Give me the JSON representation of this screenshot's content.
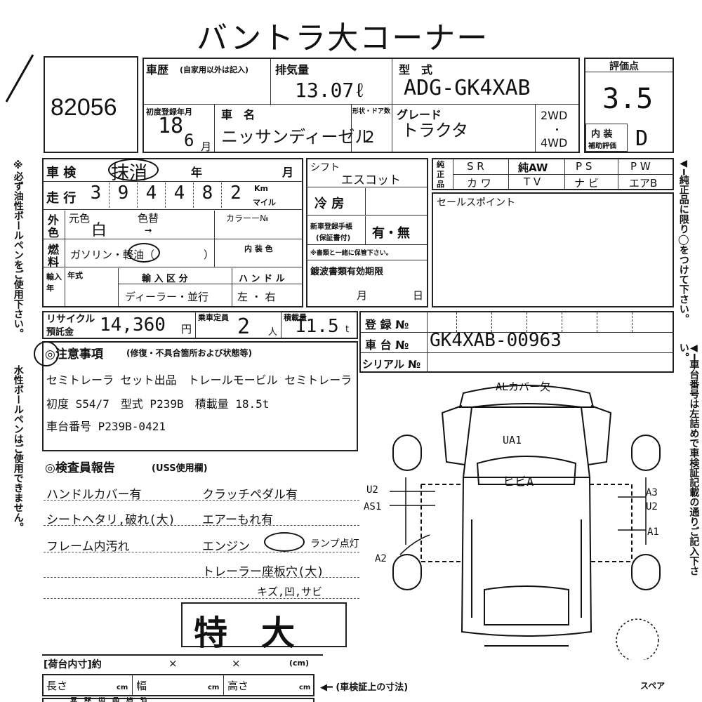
{
  "header": {
    "title": "バントラ大コーナー"
  },
  "lot": {
    "number": "82056"
  },
  "history": {
    "label": "車歴",
    "note": "(自家用以外は記入)"
  },
  "displacement": {
    "label": "排気量",
    "value": "13.07ℓ"
  },
  "model": {
    "label": "型　式",
    "value": "ADG-GK4XAB"
  },
  "score": {
    "label": "評価点",
    "value": "3.5",
    "interior_label": "内 装",
    "interior_sub": "補助評価",
    "interior_value": "D"
  },
  "first_reg": {
    "label": "初度登録年月",
    "year": "18",
    "month": "6",
    "month_unit": "月"
  },
  "car_name": {
    "label": "車　名",
    "value": "ニッサンディーゼル"
  },
  "doors": {
    "label": "形状・ドア数",
    "value": "2"
  },
  "grade": {
    "label": "グレード",
    "value": "トラクタ"
  },
  "drive": {
    "opt1": "2WD",
    "sep": "・",
    "opt2": "4WD"
  },
  "inspection": {
    "label": "車 検",
    "value": "抹消",
    "year": "年",
    "month": "月"
  },
  "mileage": {
    "label": "走 行",
    "digits": [
      "3",
      "9",
      "4",
      "4",
      "8",
      "2"
    ],
    "unit1": "Km",
    "unit2": "マイル"
  },
  "color": {
    "side1": "外",
    "side2": "色",
    "orig_label": "元色",
    "orig_value": "白",
    "change_label": "色替",
    "change_value": "→",
    "code_label": "カラーー№"
  },
  "fuel": {
    "side1": "燃",
    "side2": "料",
    "value": "ガソリン・軽油（",
    "close": "）",
    "interior_color_label": "内 装 色"
  },
  "import": {
    "side": "輸入年",
    "year_label": "年式",
    "class_label": "輸 入 区 分",
    "class_value": "ディーラー・並行",
    "handle_label": "ハ ン ド ル",
    "handle_value": "左 ・ 右"
  },
  "shift": {
    "label": "シフト",
    "value": "エスコット"
  },
  "ac": {
    "label": "冷 房"
  },
  "manual": {
    "label1": "新車登録手帳",
    "label2": "(保証書付)",
    "value": "有・無",
    "note": "※書類と一緒に保管下さい。"
  },
  "genuine": {
    "side1": "純",
    "side2": "正",
    "side3": "品",
    "row1": [
      "S R",
      "純AW",
      "P S",
      "P W"
    ],
    "row2": [
      "カ ワ",
      "T V",
      "ナ ビ",
      "エアB"
    ]
  },
  "sales_point": {
    "label": "セールスポイント"
  },
  "inspection_cert": {
    "label": "鍍波書類有効期限",
    "month": "月",
    "day": "日"
  },
  "recycle": {
    "label1": "リサイクル",
    "label2": "預託金",
    "value": "14,360",
    "unit": "円"
  },
  "capacity": {
    "label": "乗車定員",
    "value": "2",
    "unit": "人"
  },
  "load": {
    "label": "積載量",
    "value": "11.5",
    "unit": "t"
  },
  "registration": {
    "label": "登 録 №",
    "frame_label": "車 台 №",
    "frame_value": "GK4XAB-00963",
    "serial_label": "シリアル №"
  },
  "notes": {
    "title": "◎注意事項",
    "subtitle": "(修復・不具合箇所および状態等)",
    "lines": [
      "セミトレーラ セット出品　トレールモービル セミトレーラ",
      "初度 S54/7　型式 P239B　積載量 18.5t",
      "車台番号 P239B-0421"
    ]
  },
  "inspector": {
    "title": "◎検査員報告",
    "subtitle": "(USS使用欄)",
    "left": [
      "ハンドルカバー有",
      "シートヘタリ,破れ(大)",
      "フレーム内汚れ"
    ],
    "right": [
      "クラッチペダル有",
      "エアーもれ有",
      "エンジン",
      "ランプ点灯",
      "トレーラー座板穴(大)",
      "キズ,凹,サビ"
    ]
  },
  "stamp": {
    "value": "特　大"
  },
  "diagram": {
    "top": "ALカバー欠",
    "roof": "UA1",
    "glass": "ヒビA",
    "left_marks": [
      "U2",
      "AS1",
      "A2"
    ],
    "right_marks": [
      "A3",
      "U2",
      "A1"
    ],
    "spare": "スペア"
  },
  "cargo": {
    "label": "[荷台内寸]約",
    "x1": "×",
    "x2": "×",
    "unit": "(cm)"
  },
  "dims": {
    "length": "長さ",
    "width": "幅",
    "height": "高さ",
    "unit": "cm",
    "note": "◀━ (車検証上の寸法)"
  },
  "margins": {
    "left1": "※必ず油性ボールペンをご使用下さい。",
    "left2": "水性ボールペンはご使用できません。",
    "right1": "◀━純正品に限り◯をつけて下さい。",
    "right2": "◀━車台番号は左詰めで車検証記載の通りご記入下さい。"
  },
  "footer": {
    "partial": "登　録　出　品　店　名"
  }
}
